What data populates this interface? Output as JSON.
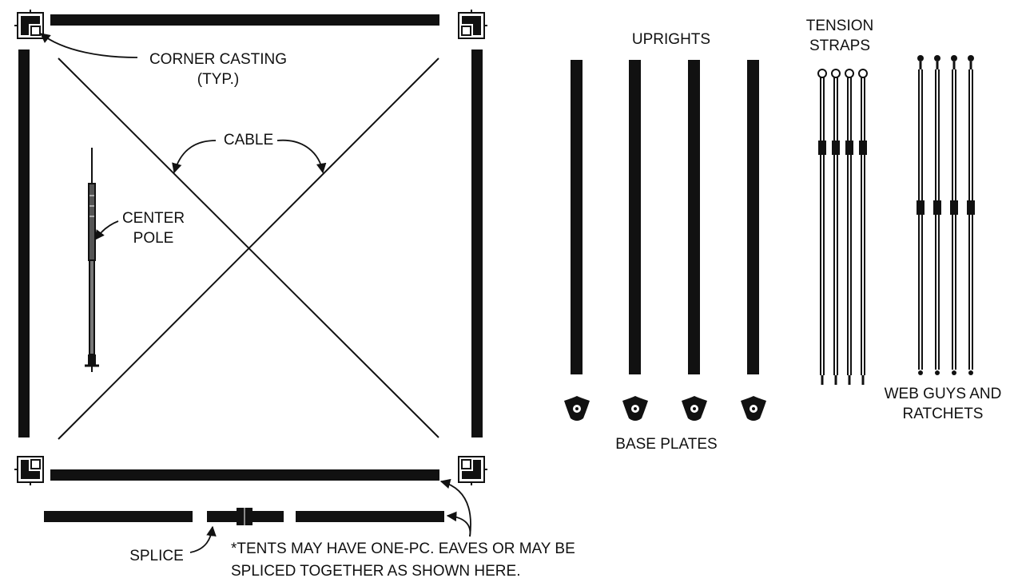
{
  "labels": {
    "corner_casting_1": "CORNER CASTING",
    "corner_casting_2": "(TYP.)",
    "cable": "CABLE",
    "center_pole_1": "CENTER",
    "center_pole_2": "POLE",
    "uprights": "UPRIGHTS",
    "tension_straps_1": "TENSION",
    "tension_straps_2": "STRAPS",
    "base_plates": "BASE PLATES",
    "web_guys_1": "WEB GUYS AND",
    "web_guys_2": "RATCHETS",
    "splice": "SPLICE",
    "note_1": "*TENTS MAY HAVE ONE-PC. EAVES OR MAY BE",
    "note_2": "SPLICED TOGETHER AS SHOWN HERE."
  },
  "colors": {
    "ink": "#111111",
    "background": "#ffffff"
  }
}
